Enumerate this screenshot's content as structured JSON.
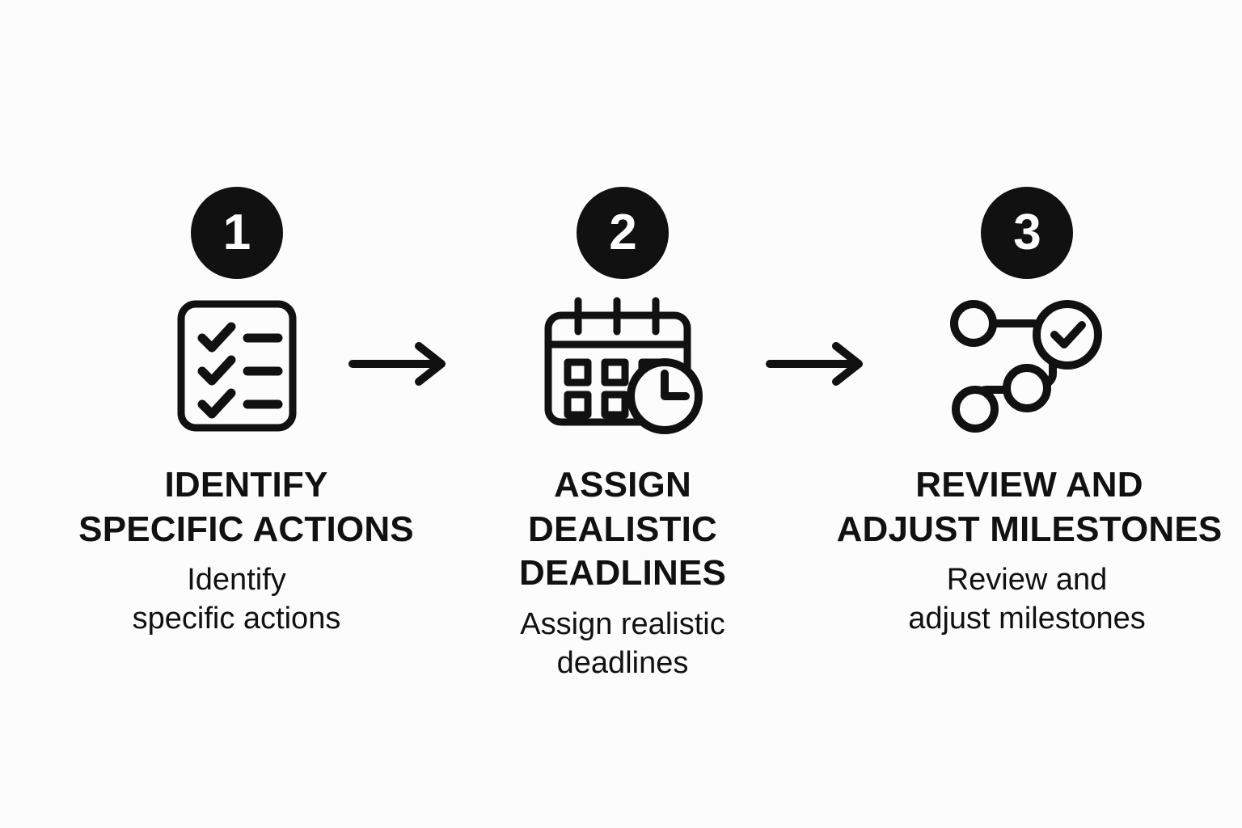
{
  "diagram": {
    "type": "3-step horizontal process flow",
    "background_color": "#fcfcfc",
    "accent_color": "#111111",
    "badge_text_color": "#ffffff",
    "steps": [
      {
        "number": "1",
        "icon": "checklist-icon",
        "title": "IDENTIFY\nSPECIFIC ACTIONS",
        "description": "Identify\nspecific actions"
      },
      {
        "number": "2",
        "icon": "calendar-clock-icon",
        "title": "ASSIGN\nDEALISTIC\nDEADLINES",
        "description": "Assign realistic\ndeadlines"
      },
      {
        "number": "3",
        "icon": "milestone-nodes-check-icon",
        "title": "REVIEW AND\nADJUST MILESTONES",
        "description": "Review and\nadjust milestones"
      }
    ],
    "connectors": [
      {
        "name": "arrow-right-icon",
        "from": "1",
        "to": "2"
      },
      {
        "name": "arrow-right-icon",
        "from": "2",
        "to": "3"
      }
    ]
  }
}
